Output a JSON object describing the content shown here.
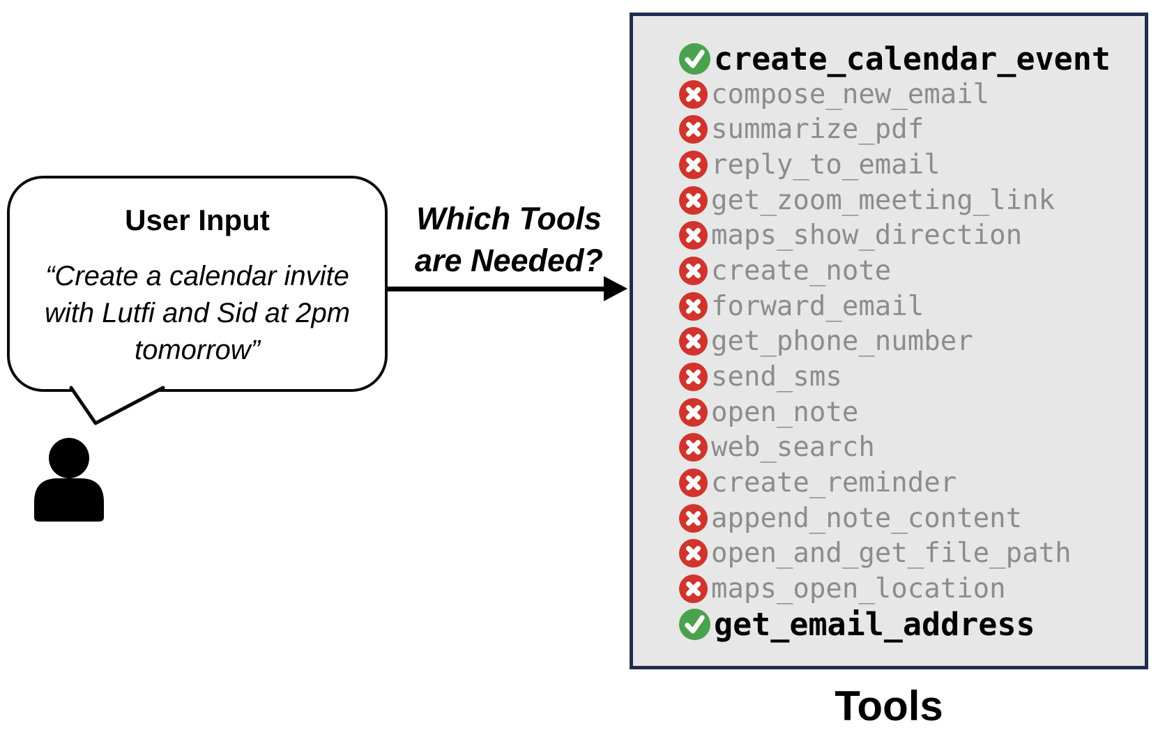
{
  "bubble": {
    "title": "User Input",
    "quote_lines": [
      "“Create a calendar invite",
      "with Lutfi and Sid at 2pm",
      "tomorrow”"
    ]
  },
  "arrow": {
    "label_line1": "Which Tools",
    "label_line2": "are Needed?"
  },
  "tools_panel": {
    "caption": "Tools",
    "items": [
      {
        "name": "create_calendar_event",
        "selected": true
      },
      {
        "name": "compose_new_email",
        "selected": false
      },
      {
        "name": "summarize_pdf",
        "selected": false
      },
      {
        "name": "reply_to_email",
        "selected": false
      },
      {
        "name": "get_zoom_meeting_link",
        "selected": false
      },
      {
        "name": "maps_show_direction",
        "selected": false
      },
      {
        "name": "create_note",
        "selected": false
      },
      {
        "name": "forward_email",
        "selected": false
      },
      {
        "name": "get_phone_number",
        "selected": false
      },
      {
        "name": "send_sms",
        "selected": false
      },
      {
        "name": "open_note",
        "selected": false
      },
      {
        "name": "web_search",
        "selected": false
      },
      {
        "name": "create_reminder",
        "selected": false
      },
      {
        "name": "append_note_content",
        "selected": false
      },
      {
        "name": "open_and_get_file_path",
        "selected": false
      },
      {
        "name": "maps_open_location",
        "selected": false
      },
      {
        "name": "get_email_address",
        "selected": true
      }
    ]
  },
  "icons": {
    "selected": "check-icon",
    "excluded": "cross-icon",
    "person": "user-person-icon"
  },
  "colors": {
    "check_green": "#4aa24e",
    "cross_red": "#d0342c",
    "panel_border": "#1f2e4e",
    "panel_bg": "#e7e7e7",
    "muted_text": "#8c8c8c",
    "selected_text": "#000000"
  }
}
